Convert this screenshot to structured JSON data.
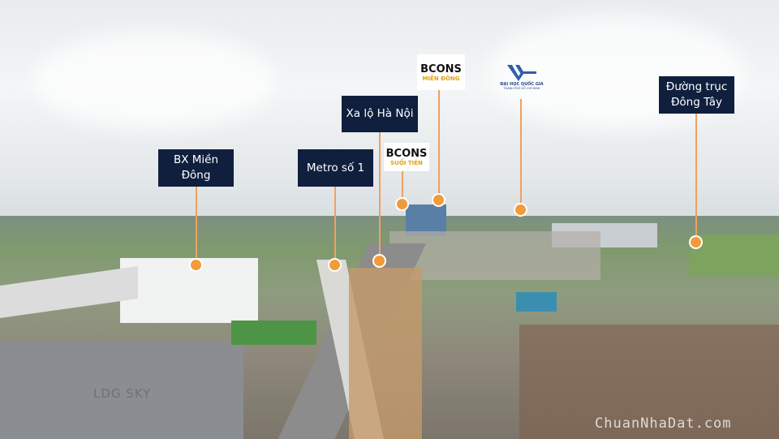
{
  "labels": [
    {
      "text": "BX Miền Đông"
    },
    {
      "text": "Metro số 1"
    },
    {
      "text": "Xa lộ Hà Nội"
    },
    {
      "text": "Đường trục Đông Tây"
    }
  ],
  "logos": {
    "bcons_suoi_tien": {
      "name": "BCONS",
      "sub": "SUỐI TIÊN"
    },
    "bcons_mien_dong": {
      "name": "BCONS",
      "sub": "MIỀN ĐÔNG"
    },
    "dhqg": {
      "name": "ĐẠI HỌC QUỐC GIA",
      "sub": "THÀNH PHỐ HỒ CHÍ MINH"
    }
  },
  "watermarks": {
    "ldg": "LDG SKY",
    "site": "ChuanNhaDat.com"
  },
  "colors": {
    "label_bg": "#0f1f3d",
    "marker": "#f39a3a"
  }
}
